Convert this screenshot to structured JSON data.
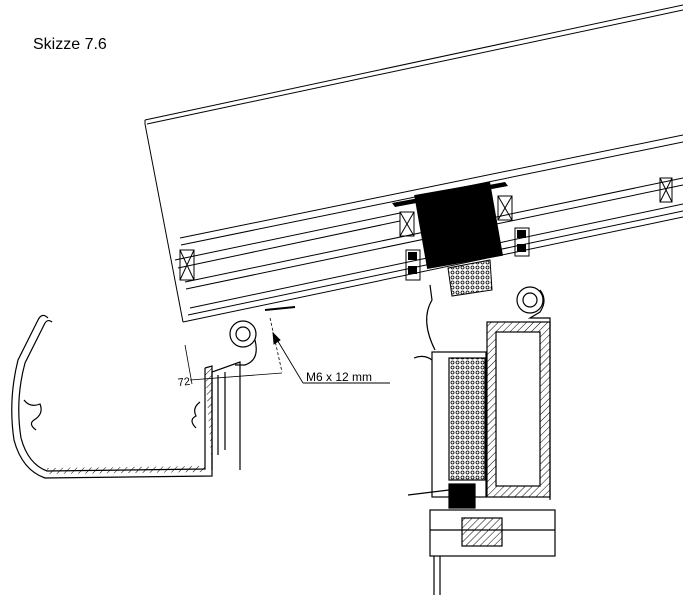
{
  "title": "Skizze 7.6",
  "labels": {
    "dimension": "72",
    "screw": "M6 x 12 mm"
  },
  "colors": {
    "line": "#000000",
    "background": "#ffffff"
  }
}
